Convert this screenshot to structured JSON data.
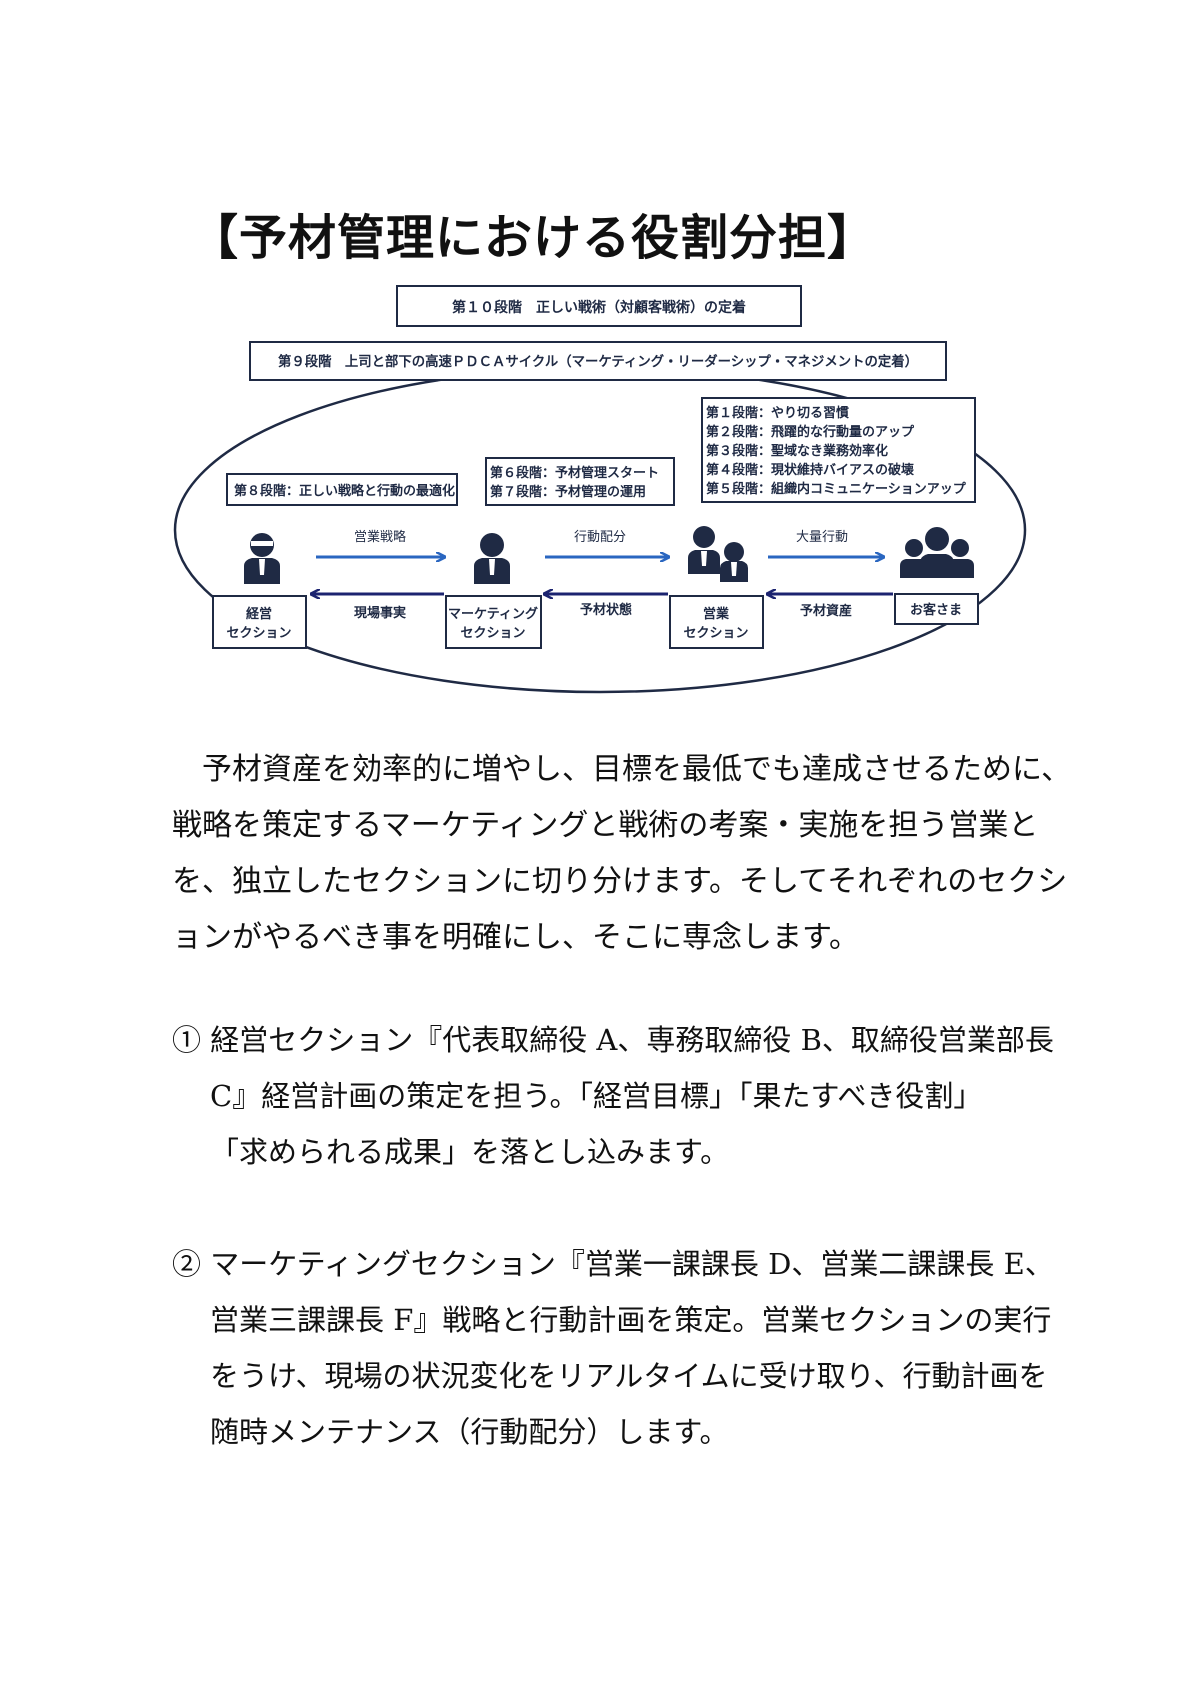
{
  "title": "【予材管理における役割分担】",
  "diagram": {
    "stage10": "第１０段階　正しい戦術（対顧客戦術）の定着",
    "stage9": "第９段階　上司と部下の高速ＰＤＣＡサイクル（マーケティング・リーダーシップ・マネジメントの定着）",
    "stages1to5": [
      "第１段階：やり切る習慣",
      "第２段階：飛躍的な行動量のアップ",
      "第３段階：聖域なき業務効率化",
      "第４段階：現状維持バイアスの破壊",
      "第５段階：組織内コミュニケーションアップ"
    ],
    "stages6to7": [
      "第６段階：予材管理スタート",
      "第７段階：予材管理の運用"
    ],
    "stage8": "第８段階：正しい戦略と行動の最適化",
    "actors": {
      "management": [
        "経営",
        "セクション"
      ],
      "marketing": [
        "マーケティング",
        "セクション"
      ],
      "sales": [
        "営業",
        "セクション"
      ],
      "customer": "お客さま"
    },
    "arrows": {
      "strategy": "営業戦略",
      "action_allocation": "行動配分",
      "volume_action": "大量行動",
      "field_facts": "現場事実",
      "material_status": "予材状態",
      "material_assets": "予材資産"
    }
  },
  "intro": [
    "　予材資産を効率的に増やし、目標を最低でも達成させるために、",
    "戦略を策定するマーケティングと戦術の考案・実施を担う営業と",
    "を、独立したセクションに切り分けます。そしてそれぞれのセクシ",
    "ョンがやるべき事を明確にし、そこに専念します。"
  ],
  "item1": [
    "① 経営セクション『代表取締役 A、専務取締役 B、取締役営業部長",
    "C』経営計画の策定を担う。「経営目標」「果たすべき役割」",
    "「求められる成果」を落とし込みます。"
  ],
  "item2": [
    "② マーケティングセクション『営業一課課長 D、営業二課課長 E、",
    "営業三課課長 F』戦略と行動計画を策定。営業セクションの実行",
    "をうけ、現場の状況変化をリアルタイムに受け取り、行動計画を",
    "随時メンテナンス（行動配分）します。"
  ],
  "colors": {
    "navy": "#1f2a44",
    "arrow_blue": "#2a66c0",
    "arrow_dark": "#1c2470"
  }
}
